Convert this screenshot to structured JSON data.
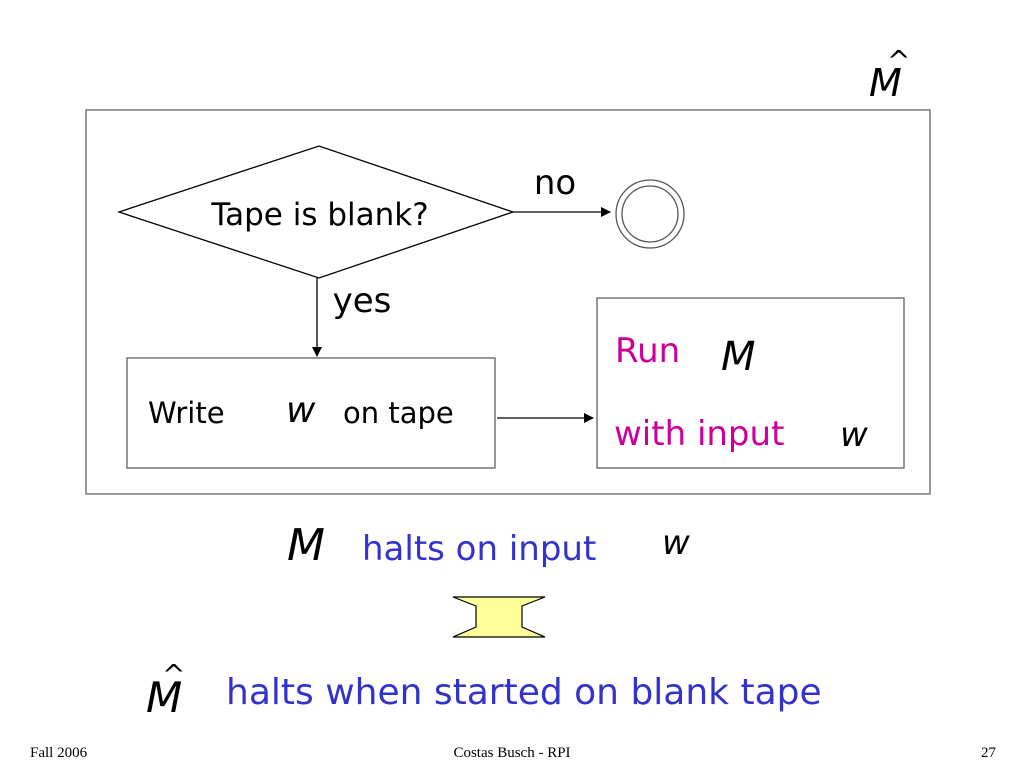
{
  "slide": {
    "machine_hat": "M",
    "hat_accent": "^"
  },
  "flowchart": {
    "decision_label": "Tape is blank?",
    "no_label": "no",
    "yes_label": "yes",
    "write_label_prefix": "Write",
    "write_var": "w",
    "write_label_suffix": "on tape",
    "run_label": "Run",
    "run_machine": "M",
    "with_input_label": "with input",
    "with_input_var": "w"
  },
  "statements": {
    "line1_machine": "M",
    "line1_text": "halts on input",
    "line1_var": "w",
    "line2_machine": "M",
    "line2_text": "halts when started on blank tape"
  },
  "footer": {
    "left": "Fall 2006",
    "center": "Costas Busch - RPI",
    "right": "27"
  },
  "colors": {
    "black": "#000000",
    "magenta": "#cc0099",
    "blue": "#3333cc",
    "arrow_fill": "#ffff99",
    "box_border": "#555555"
  }
}
